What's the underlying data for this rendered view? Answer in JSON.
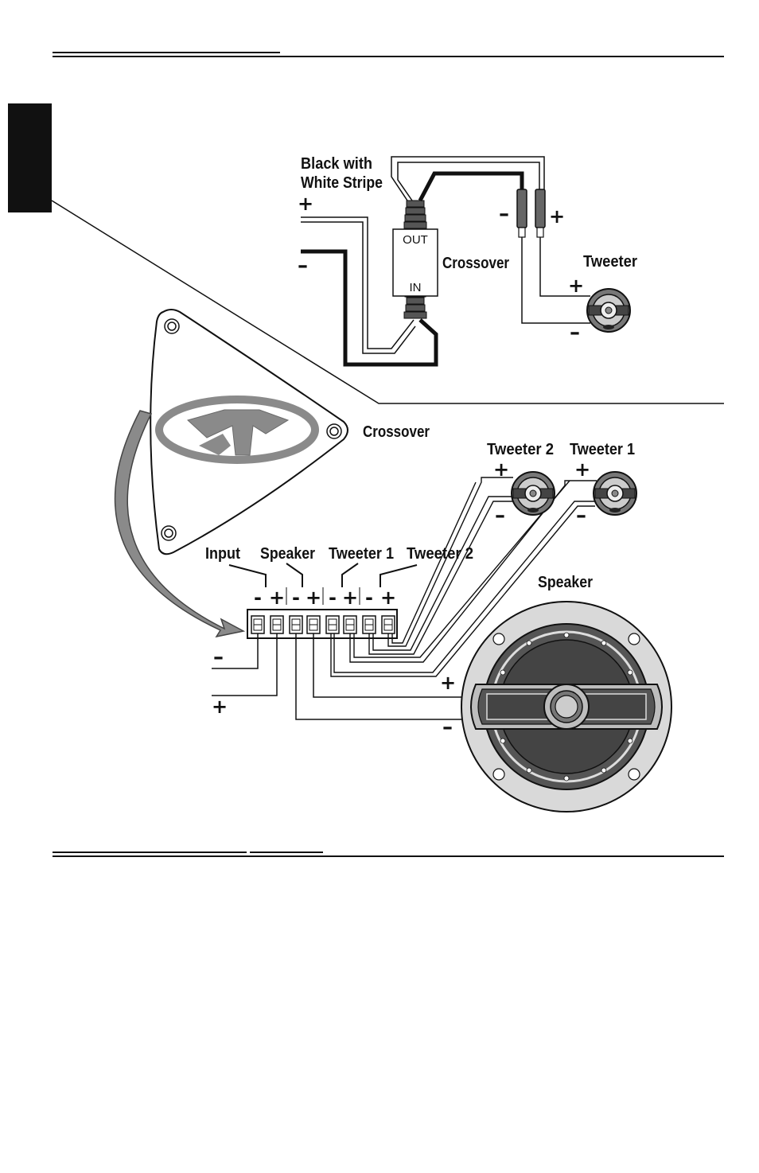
{
  "top_diagram": {
    "wire_label": "Black with\nWhite Stripe",
    "wire_label_line1": "Black with",
    "wire_label_line2": "White Stripe",
    "input_plus": "+",
    "input_minus": "–",
    "crossover_out": "OUT",
    "crossover_in": "IN",
    "crossover_label": "Crossover",
    "lead_minus": "–",
    "lead_plus": "+",
    "tweeter_label": "Tweeter",
    "tweeter_plus": "+",
    "tweeter_minus": "–"
  },
  "bottom_diagram": {
    "crossover_label": "Crossover",
    "tweeter2_label": "Tweeter 2",
    "tweeter1_label": "Tweeter 1",
    "tweeter2_plus": "+",
    "tweeter2_minus": "–",
    "tweeter1_plus": "+",
    "tweeter1_minus": "–",
    "terminal_groups": [
      "Input",
      "Speaker",
      "Tweeter 1",
      "Tweeter 2"
    ],
    "terminal_signs": [
      "-",
      "+",
      "-",
      "+",
      "-",
      "+",
      "-",
      "+"
    ],
    "speaker_label": "Speaker",
    "input_minus": "–",
    "input_plus": "+",
    "speaker_plus": "+",
    "speaker_minus": "–"
  }
}
